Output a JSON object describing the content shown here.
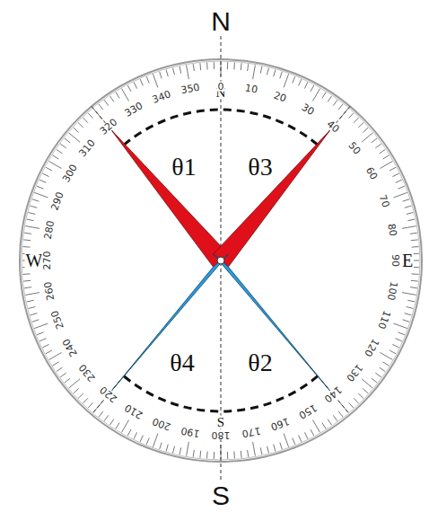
{
  "diagram": {
    "labels": [
      "N",
      "N",
      "θ1",
      "θ3",
      "W",
      "E",
      "θ4",
      "θ2",
      "S",
      "S",
      "0",
      "10",
      "20",
      "30",
      "40",
      "50",
      "60",
      "70",
      "80",
      "90",
      "100",
      "110",
      "120",
      "130",
      "140",
      "150",
      "160",
      "170",
      "180",
      "190",
      "200",
      "210",
      "220",
      "230",
      "240",
      "250",
      "260",
      "270",
      "280",
      "290",
      "300",
      "310",
      "320",
      "330",
      "340",
      "350"
    ]
  }
}
